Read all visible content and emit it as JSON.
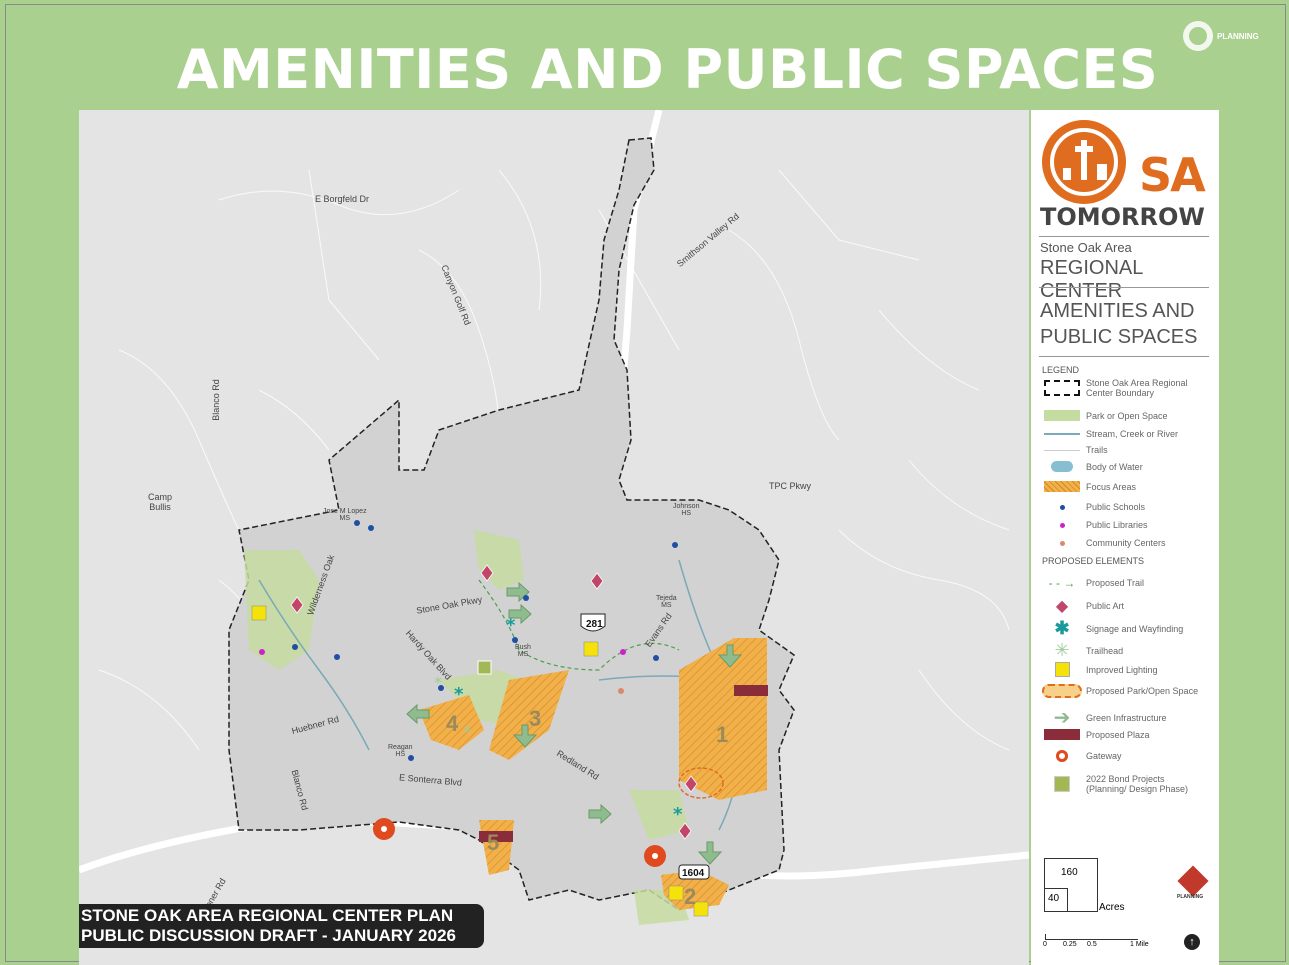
{
  "page": {
    "title": "AMENITIES AND PUBLIC SPACES",
    "logo_text": "PLANNING"
  },
  "map": {
    "road_labels": [
      {
        "name": "e-borgfeld",
        "text": "E Borgfeld Dr"
      },
      {
        "name": "canyon-golf",
        "text": "Canyon Golf Rd"
      },
      {
        "name": "smithson-valley",
        "text": "Smithson Valley Rd"
      },
      {
        "name": "blanco-north",
        "text": "Blanco Rd"
      },
      {
        "name": "camp-bullis",
        "text": "Camp\nBullis"
      },
      {
        "name": "tpc-pkwy",
        "text": "TPC Pkwy"
      },
      {
        "name": "stone-oak-pkwy",
        "text": "Stone Oak Pkwy"
      },
      {
        "name": "hardy-oak",
        "text": "Hardy Oak Blvd"
      },
      {
        "name": "wilderness-oak",
        "text": "Wilderness Oak"
      },
      {
        "name": "huebner",
        "text": "Huebner Rd"
      },
      {
        "name": "redland",
        "text": "Redland Rd"
      },
      {
        "name": "e-sonterra",
        "text": "E Sonterra Blvd"
      },
      {
        "name": "blanco-south",
        "text": "Blanco Rd"
      },
      {
        "name": "evans",
        "text": "Evans Rd"
      },
      {
        "name": "huebner-sw",
        "text": "Huebner Rd"
      }
    ],
    "school_labels": [
      {
        "name": "lopez-ms",
        "text": "Jose M Lopez\nMS"
      },
      {
        "name": "johnson-hs",
        "text": "Johnson\nHS"
      },
      {
        "name": "tejeda-ms",
        "text": "Tejeda\nMS"
      },
      {
        "name": "bush-ms",
        "text": "Bush\nMS"
      },
      {
        "name": "reagan-hs",
        "text": "Reagan\nHS"
      }
    ],
    "highway_shields": [
      "281",
      "1604"
    ],
    "focus_area_numbers": [
      "1",
      "2",
      "3",
      "4",
      "5"
    ]
  },
  "legend": {
    "brand_big": "SA",
    "brand_word": "TOMORROW",
    "subtitle": "Stone Oak Area",
    "center": "REGIONAL CENTER",
    "map_title_1": "AMENITIES AND",
    "map_title_2": "PUBLIC SPACES",
    "legend_label": "LEGEND",
    "items": [
      {
        "name": "boundary",
        "text": "Stone Oak Area Regional Center Boundary"
      },
      {
        "name": "park",
        "text": "Park or Open Space"
      },
      {
        "name": "stream",
        "text": "Stream, Creek or River"
      },
      {
        "name": "trails",
        "text": "Trails"
      },
      {
        "name": "water",
        "text": "Body of Water"
      },
      {
        "name": "focus",
        "text": "Focus Areas"
      },
      {
        "name": "schools",
        "text": "Public Schools"
      },
      {
        "name": "libraries",
        "text": "Public Libraries"
      },
      {
        "name": "community",
        "text": "Community Centers"
      }
    ],
    "proposed_label": "PROPOSED ELEMENTS",
    "proposed_items": [
      {
        "name": "proposed-trail",
        "text": "Proposed Trail"
      },
      {
        "name": "public-art",
        "text": "Public Art"
      },
      {
        "name": "signage",
        "text": "Signage and Wayfinding"
      },
      {
        "name": "trailhead",
        "text": "Trailhead"
      },
      {
        "name": "lighting",
        "text": "Improved Lighting"
      },
      {
        "name": "proposed-park",
        "text": "Proposed Park/Open Space"
      },
      {
        "name": "green-infra",
        "text": "Green Infrastructure"
      },
      {
        "name": "plaza",
        "text": "Proposed Plaza"
      },
      {
        "name": "gateway",
        "text": "Gateway"
      },
      {
        "name": "bond",
        "text": "2022 Bond Projects\n(Planning/ Design Phase)"
      }
    ],
    "scale_160": "160",
    "scale_40": "40",
    "scale_acres": "Acres",
    "scale_ticks": [
      "0",
      "0.25",
      "0.5",
      "1 Mile"
    ],
    "planning_small": "PLANNING"
  },
  "banner": {
    "line1": "STONE OAK AREA REGIONAL CENTER PLAN",
    "line2": "PUBLIC DISCUSSION DRAFT - JANUARY 2026"
  },
  "colors": {
    "frame_green": "#a9d08e",
    "focus_orange": "#f2b04a",
    "park_green": "#c5dca0",
    "plaza": "#8b2c3a",
    "art": "#c2456a",
    "signage": "#1a9a9a",
    "lighting": "#f5e20b",
    "gateway": "#e04a1f",
    "brand_orange": "#e06d1f"
  }
}
